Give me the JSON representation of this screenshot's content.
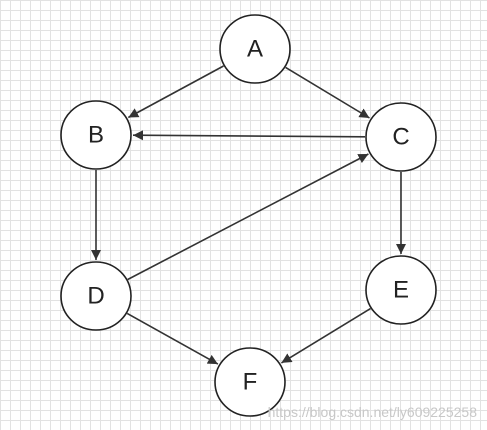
{
  "diagram": {
    "nodes": [
      {
        "id": "A",
        "label": "A"
      },
      {
        "id": "B",
        "label": "B"
      },
      {
        "id": "C",
        "label": "C"
      },
      {
        "id": "D",
        "label": "D"
      },
      {
        "id": "E",
        "label": "E"
      },
      {
        "id": "F",
        "label": "F"
      }
    ],
    "edges": [
      {
        "from": "A",
        "to": "B"
      },
      {
        "from": "A",
        "to": "C"
      },
      {
        "from": "C",
        "to": "B"
      },
      {
        "from": "B",
        "to": "D"
      },
      {
        "from": "D",
        "to": "C"
      },
      {
        "from": "C",
        "to": "E"
      },
      {
        "from": "D",
        "to": "F"
      },
      {
        "from": "E",
        "to": "F"
      }
    ]
  },
  "watermark": "https://blog.csdn.net/ly609225258",
  "colors": {
    "node_stroke": "#222222",
    "node_fill": "#ffffff",
    "edge": "#333333"
  }
}
